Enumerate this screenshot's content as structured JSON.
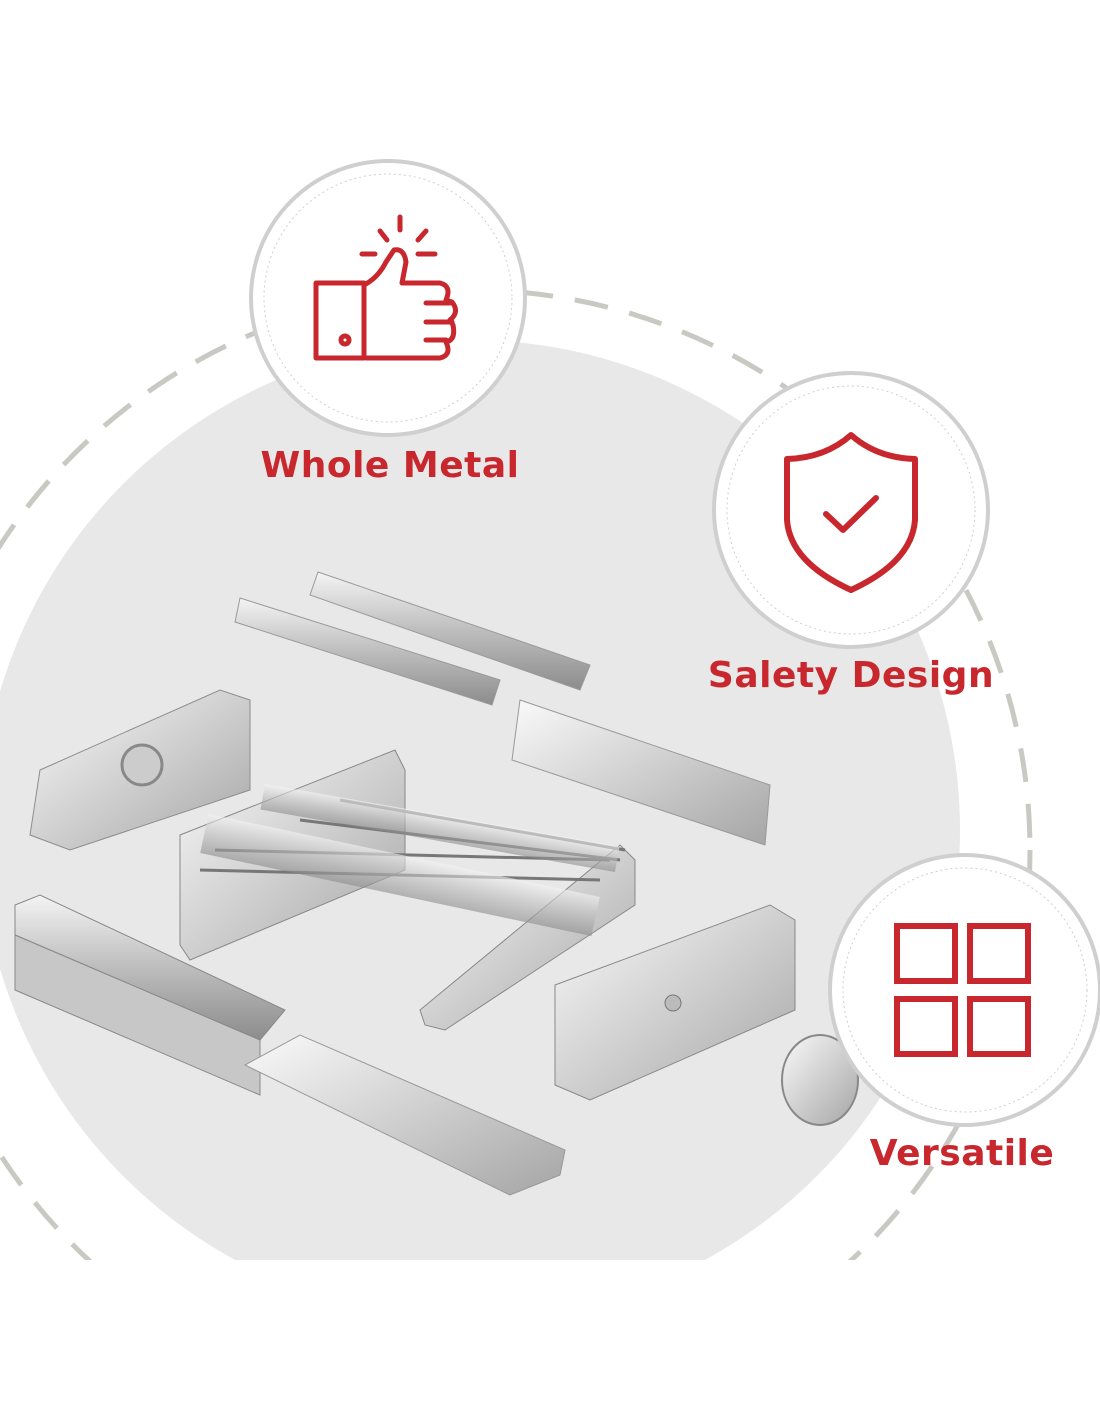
{
  "features": [
    {
      "label": "Whole Metal",
      "icon": "thumbs-up-icon"
    },
    {
      "label": "Salety Design",
      "icon": "shield-check-icon"
    },
    {
      "label": "Versatile",
      "icon": "grid-four-squares-icon"
    }
  ],
  "colors": {
    "accent": "#c8282d",
    "backdrop": "#e8e8e8",
    "dashed_ring": "#c9c9c4",
    "badge_ring": "#cfcfcf"
  }
}
